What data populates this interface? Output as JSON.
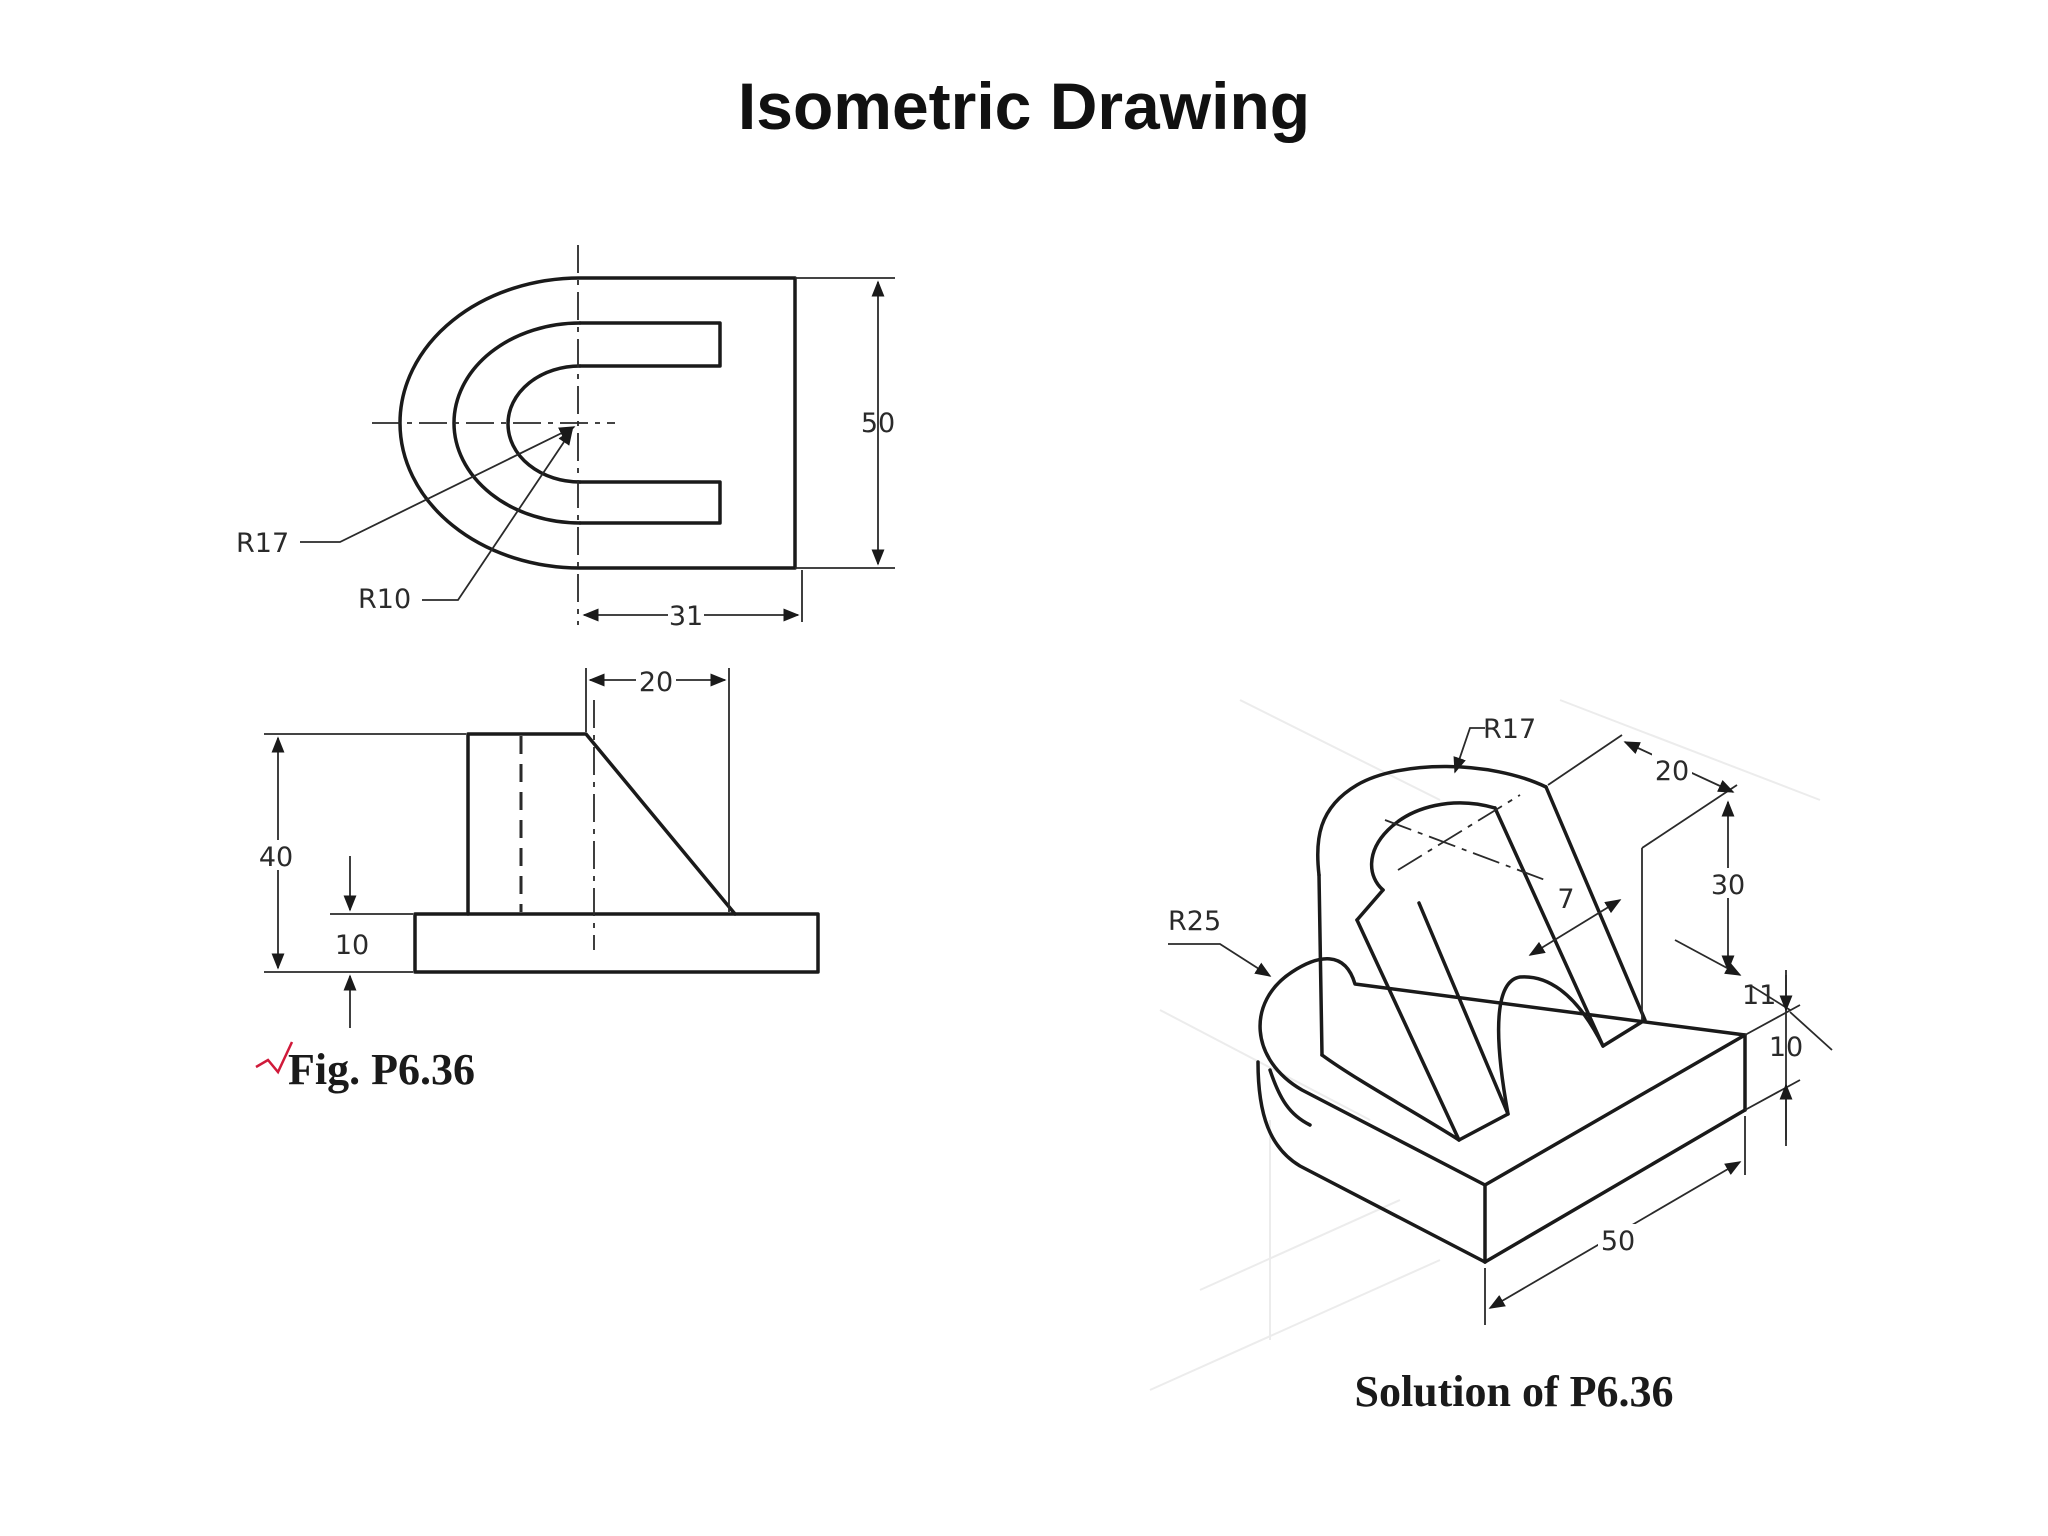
{
  "title": "Isometric Drawing",
  "orthographic": {
    "top_view": {
      "r_outer": "R17",
      "r_inner": "R10",
      "height_dim": "50",
      "width_dim": "31"
    },
    "front_view": {
      "top_dim": "20",
      "height_dim": "40",
      "base_dim": "10"
    },
    "caption": "Fig. P6.36"
  },
  "isometric": {
    "r_top": "R17",
    "r_base": "R25",
    "dim_20": "20",
    "dim_30": "30",
    "dim_7": "7",
    "dim_11": "11",
    "dim_10": "10",
    "dim_50": "50",
    "caption": "Solution of P6.36"
  }
}
